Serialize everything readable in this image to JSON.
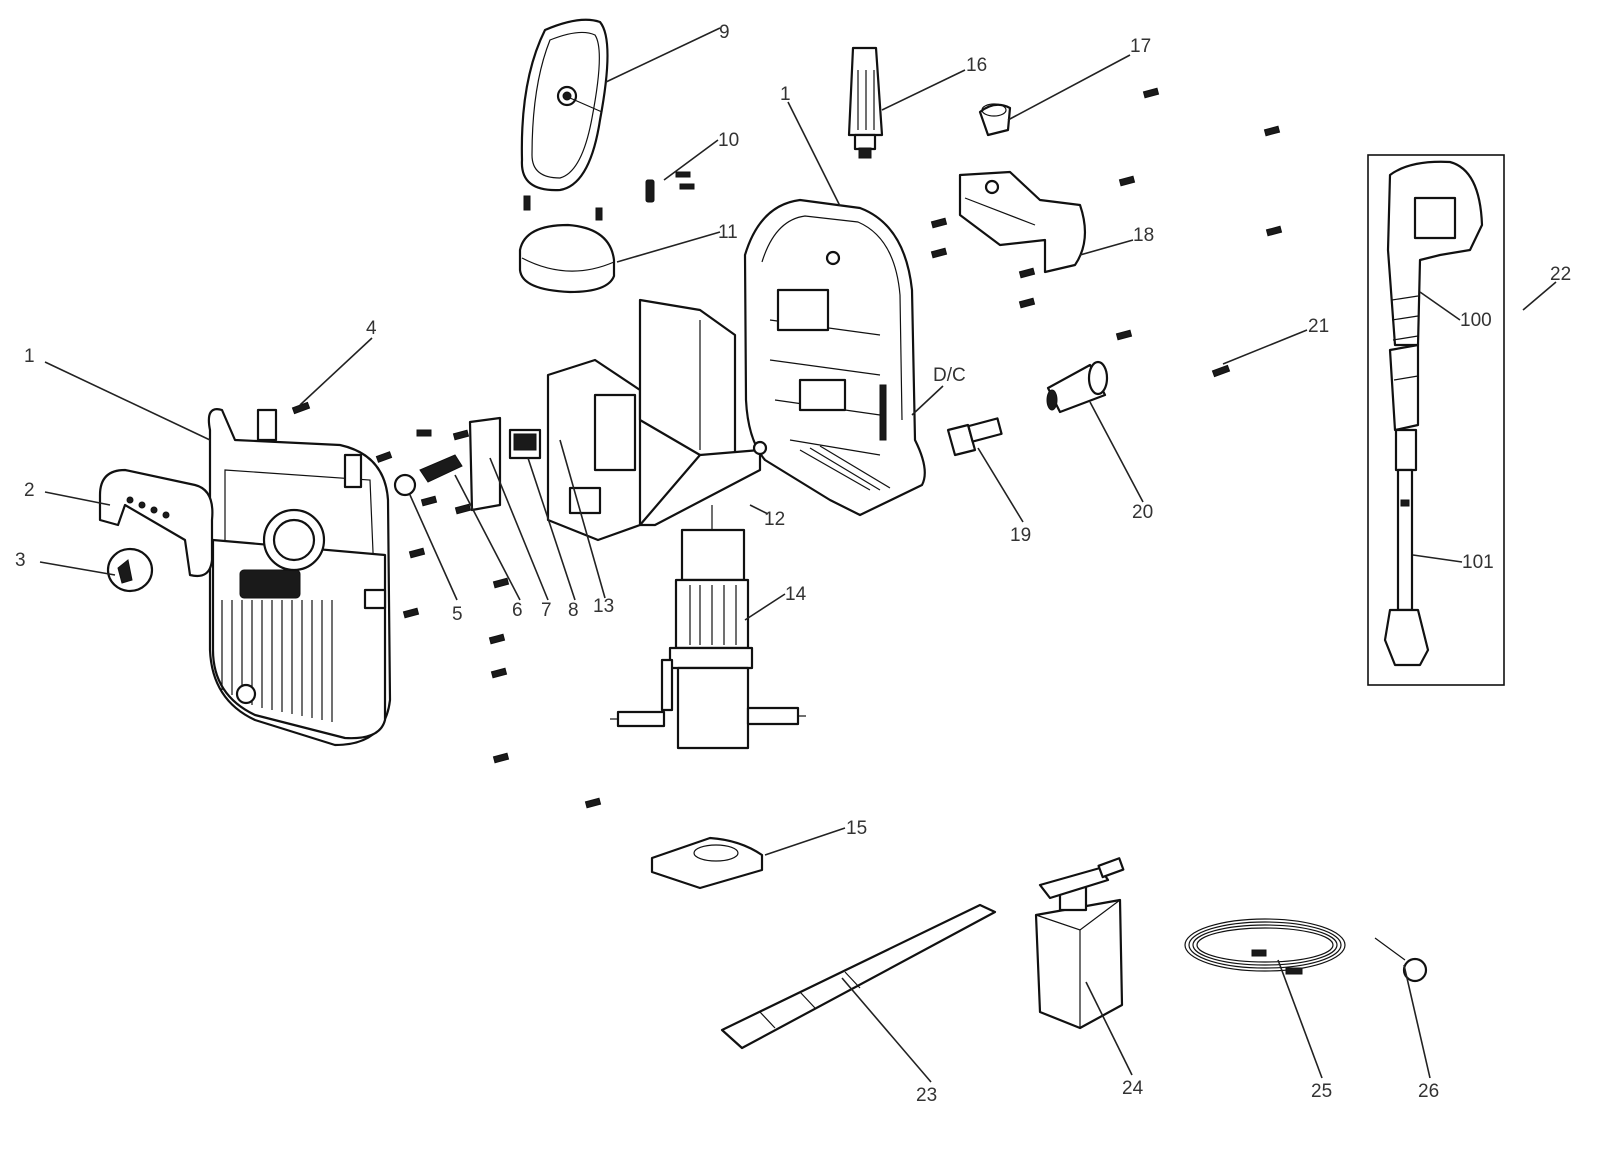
{
  "labels": {
    "l1a": "1",
    "l1b": "1",
    "l2": "2",
    "l3": "3",
    "l4": "4",
    "l5": "5",
    "l6": "6",
    "l7": "7",
    "l8": "8",
    "l9": "9",
    "l10": "10",
    "l11": "11",
    "l12": "12",
    "l13": "13",
    "l14": "14",
    "l15": "15",
    "l16": "16",
    "l17": "17",
    "l18": "18",
    "l19": "19",
    "l20": "20",
    "l21": "21",
    "l22": "22",
    "l23": "23",
    "l24": "24",
    "l25": "25",
    "l26": "26",
    "l100": "100",
    "l101": "101",
    "dc": "D/C"
  },
  "colors": {
    "line": "#222222",
    "text": "#333333",
    "fill": "#ffffff"
  }
}
